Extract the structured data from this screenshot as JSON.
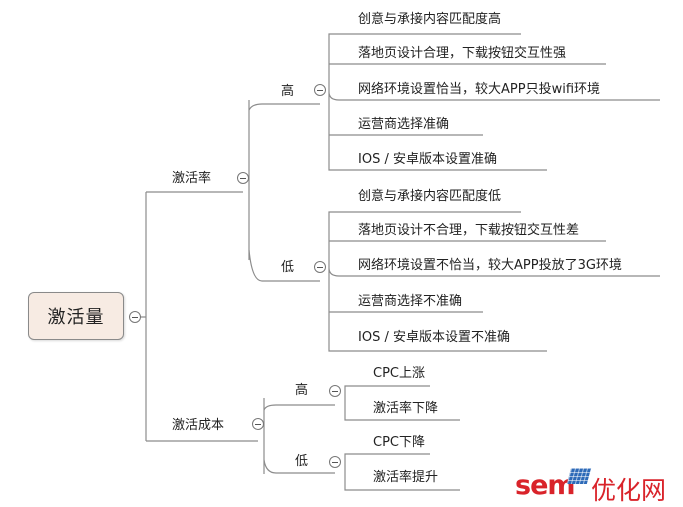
{
  "root": {
    "label": "激活量"
  },
  "activation_rate": {
    "label": "激活率",
    "high": {
      "label": "高",
      "items": [
        "创意与承接内容匹配度高",
        "落地页设计合理，下载按钮交互性强",
        "网络环境设置恰当，较大APP只投wifi环境",
        "运营商选择准确",
        "IOS / 安卓版本设置准确"
      ]
    },
    "low": {
      "label": "低",
      "items": [
        "创意与承接内容匹配度低",
        "落地页设计不合理，下载按钮交互性差",
        "网络环境设置不恰当，较大APP投放了3G环境",
        "运营商选择不准确",
        "IOS / 安卓版本设置不准确"
      ]
    }
  },
  "activation_cost": {
    "label": "激活成本",
    "high": {
      "label": "高",
      "items": [
        "CPC上涨",
        "激活率下降"
      ]
    },
    "low": {
      "label": "低",
      "items": [
        "CPC下降",
        "激活率提升"
      ]
    }
  },
  "watermark": {
    "latin": "sem",
    "cjk": "优化网"
  },
  "colors": {
    "line": "#8c8c8c",
    "root_fill": "#f7ebe3",
    "watermark": "#d9232a"
  }
}
